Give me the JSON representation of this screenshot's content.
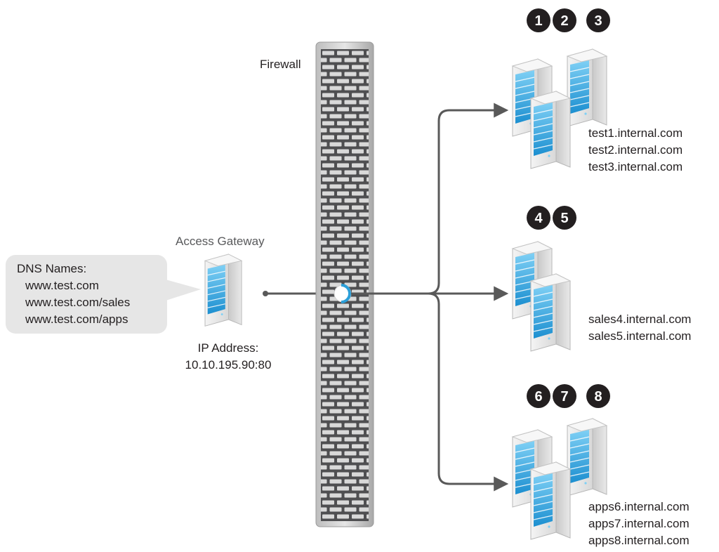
{
  "dns_callout": {
    "title": "DNS Names:",
    "names": [
      "www.test.com",
      "www.test.com/sales",
      "www.test.com/apps"
    ]
  },
  "access_gateway": {
    "label": "Access Gateway",
    "ip_label": "IP Address:",
    "ip_value": "10.10.195.90:80",
    "icon": "server-icon"
  },
  "firewall": {
    "label": "Firewall",
    "icon": "brick-wall-icon"
  },
  "groups": [
    {
      "id": "test",
      "badges": [
        "1",
        "2",
        "3"
      ],
      "hosts": [
        "test1.internal.com",
        "test2.internal.com",
        "test3.internal.com"
      ]
    },
    {
      "id": "sales",
      "badges": [
        "4",
        "5"
      ],
      "hosts": [
        "sales4.internal.com",
        "sales5.internal.com"
      ]
    },
    {
      "id": "apps",
      "badges": [
        "6",
        "7",
        "8"
      ],
      "hosts": [
        "apps6.internal.com",
        "apps7.internal.com",
        "apps8.internal.com"
      ]
    }
  ],
  "colors": {
    "line": "#595959",
    "badge": "#231f20",
    "server_blue": "#2b9fd9",
    "callout_bg": "#e6e6e6",
    "wall": "#4d4d4f"
  }
}
